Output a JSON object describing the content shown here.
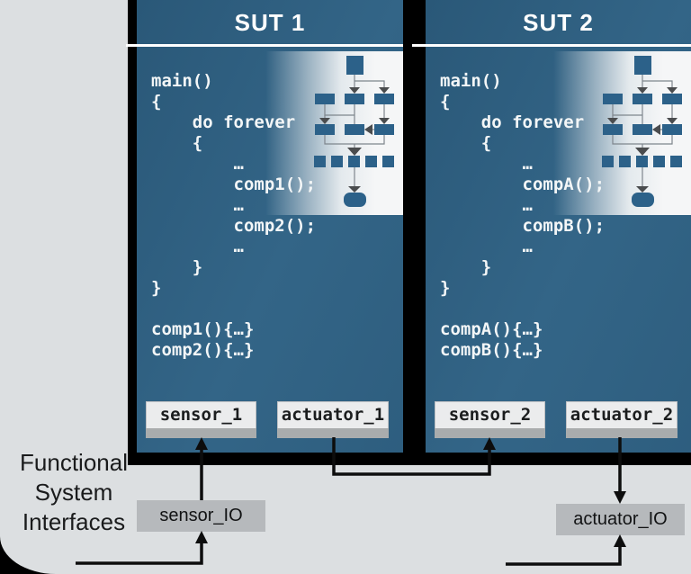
{
  "interfaces_label": {
    "lines": [
      "Functional",
      "System",
      "Interfaces"
    ]
  },
  "suts": [
    {
      "title": "SUT 1",
      "code": "main()\n{\n    do forever\n    {\n        …\n        comp1();\n        …\n        comp2();\n        …\n    }\n}\n\ncomp1(){…}\ncomp2(){…}",
      "sensor_label": "sensor_1",
      "actuator_label": "actuator_1"
    },
    {
      "title": "SUT 2",
      "code": "main()\n{\n    do forever\n    {\n        …\n        compA();\n        …\n        compB();\n        …\n    }\n}\n\ncompA(){…}\ncompB(){…}",
      "sensor_label": "sensor_2",
      "actuator_label": "actuator_2"
    }
  ],
  "io": {
    "sensor": "sensor_IO",
    "actuator": "actuator_IO"
  },
  "colors": {
    "panel_blue": "#2e5e7f",
    "flow_node_blue": "#2c6189",
    "background_gray": "#dcdfe1",
    "port_box_face": "#ebeced",
    "port_box_shadow": "#a9acad",
    "io_box_gray": "#b6b9bc",
    "outline_black": "#000000",
    "code_text": "#f3f6f7"
  }
}
